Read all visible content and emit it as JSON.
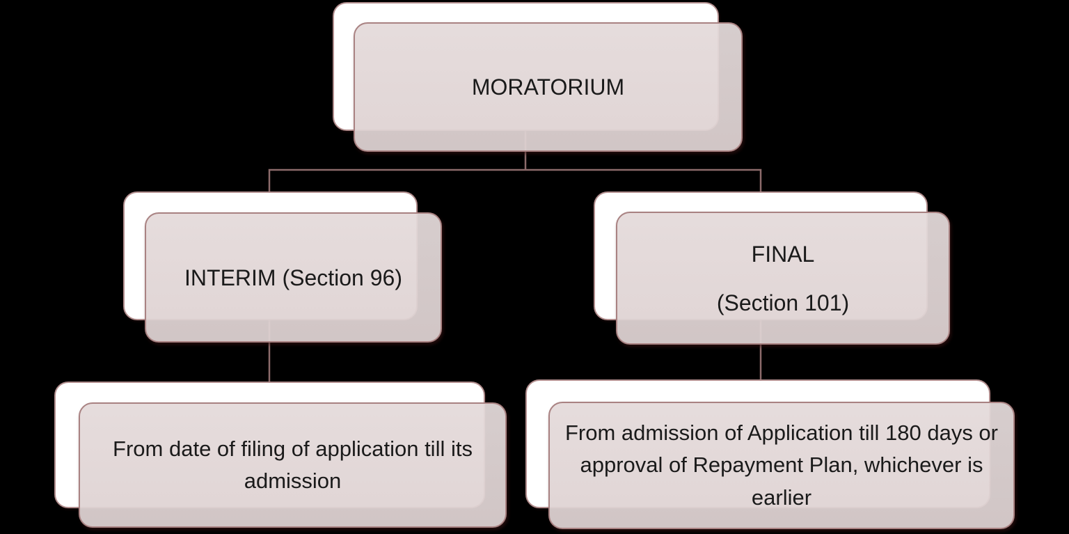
{
  "diagram": {
    "title": "Moratorium hierarchy diagram",
    "background_color": "#000000",
    "node_fill_color": "#e4d9d9",
    "node_border_color": "#a98282",
    "back_shape_fill_color": "#ffffff",
    "back_shape_border_color": "#b28e8e",
    "connector_color": "#8c6b6b",
    "text_color": "#1a1a1a",
    "nodes": {
      "root": {
        "label": "MORATORIUM"
      },
      "interim": {
        "label": "INTERIM (Section 96)"
      },
      "final": {
        "line1": "FINAL",
        "line2": "(Section 101)"
      },
      "interim_detail": {
        "label": "From date of filing of application till its admission"
      },
      "final_detail": {
        "label": "From admission of Application till 180 days or approval of Repayment Plan, whichever is earlier"
      }
    },
    "structure": {
      "root_children": "INTERIM (Section 96), FINAL (Section 101)",
      "interim_child": "From date of filing of application till its admission",
      "final_child": "From admission of Application till 180 days or approval of Repayment Plan, whichever is earlier"
    }
  }
}
